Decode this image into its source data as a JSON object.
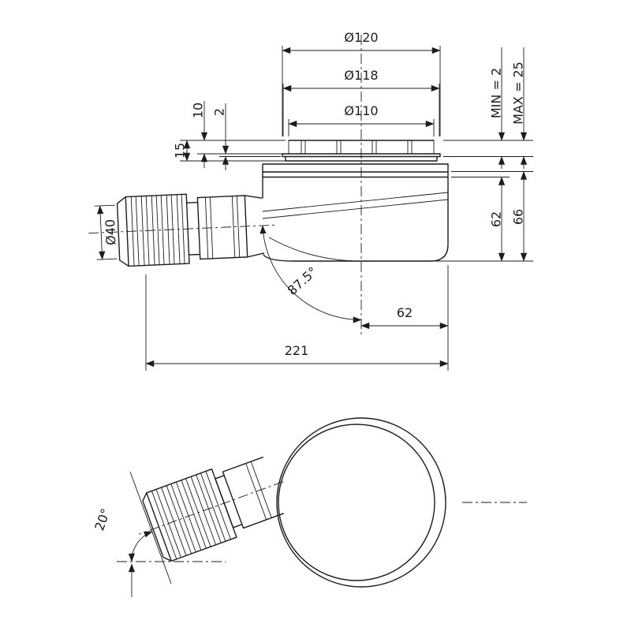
{
  "meta": {
    "background": "#ffffff",
    "line": "#1c1c1c"
  },
  "side_view": {
    "dimensions": {
      "dia_outer": "Ø120",
      "dia_mid": "Ø118",
      "dia_inner": "Ø110",
      "grate_height": "10",
      "rim_thickness": "2",
      "flange_height": "15",
      "tile_min": "MIN = 2",
      "tile_max": "MAX = 25",
      "body_depth": "62",
      "total_depth": "66",
      "outlet_dia": "Ø40",
      "outlet_angle": "87.5°",
      "outlet_offset": "62",
      "overall_length": "221"
    }
  },
  "plan_view": {
    "dimensions": {
      "outlet_swivel_angle": "20°"
    }
  }
}
